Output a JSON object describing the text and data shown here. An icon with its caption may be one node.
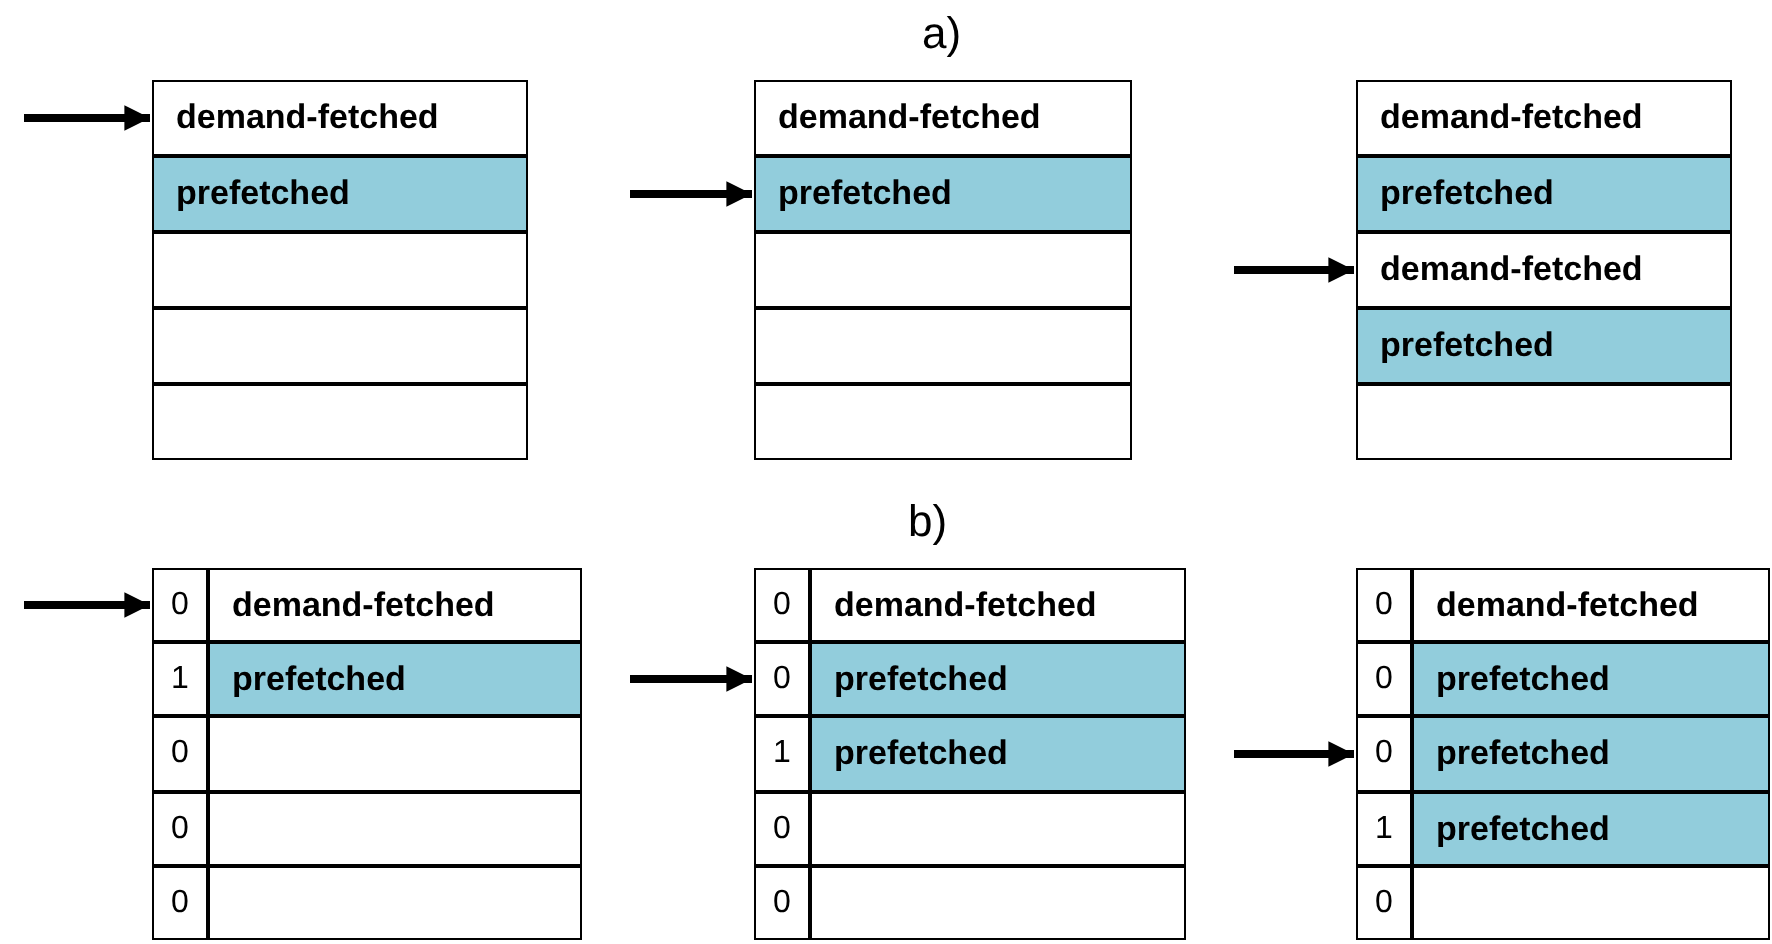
{
  "diagram": {
    "nodes": [
      {
        "text": [
          "demand-fetched"
        ]
      },
      {
        "text": [
          "prefetched"
        ]
      },
      {
        "text": [],
        "shape": "box"
      },
      {
        "text": [],
        "shape": "box"
      },
      {
        "text": [],
        "shape": "box"
      },
      {
        "text": [
          "demand-fetched"
        ]
      },
      {
        "text": [
          "prefetched"
        ]
      },
      {
        "text": [],
        "shape": "box"
      },
      {
        "text": [],
        "shape": "box"
      },
      {
        "text": [],
        "shape": "box"
      },
      {
        "text": [
          "demand-fetched"
        ]
      },
      {
        "text": [
          "prefetched"
        ]
      },
      {
        "text": [
          "demand-fetched"
        ]
      },
      {
        "text": [
          "prefetched"
        ]
      },
      {
        "text": [],
        "shape": "box"
      },
      {
        "text": [
          "0"
        ]
      },
      {
        "text": [
          "demand-fetched"
        ]
      },
      {
        "text": [
          "1"
        ]
      },
      {
        "text": [
          "prefetched"
        ]
      },
      {
        "text": [
          "0"
        ]
      },
      {
        "text": [],
        "shape": "box"
      },
      {
        "text": [
          "0"
        ]
      },
      {
        "text": [],
        "shape": "box"
      },
      {
        "text": [
          "0"
        ]
      },
      {
        "text": [],
        "shape": "box"
      },
      {
        "text": [
          "0"
        ]
      },
      {
        "text": [
          "demand-fetched"
        ]
      },
      {
        "text": [
          "0"
        ]
      },
      {
        "text": [
          "prefetched"
        ]
      },
      {
        "text": [
          "1"
        ]
      },
      {
        "text": [
          "prefetched"
        ]
      },
      {
        "text": [
          "0"
        ]
      },
      {
        "text": [],
        "shape": "box"
      },
      {
        "text": [
          "0"
        ]
      },
      {
        "text": [],
        "shape": "box"
      },
      {
        "text": [
          "0"
        ]
      },
      {
        "text": [
          "demand-fetched"
        ]
      },
      {
        "text": [
          "0"
        ]
      },
      {
        "text": [
          "prefetched"
        ]
      },
      {
        "text": [
          "0"
        ]
      },
      {
        "text": [
          "prefetched"
        ]
      },
      {
        "text": [
          "1"
        ]
      },
      {
        "text": [
          "prefetched"
        ]
      },
      {
        "text": [
          "0"
        ]
      },
      {
        "text": [],
        "shape": "box"
      }
    ],
    "edges": [
      {
        "from": null,
        "to": 0,
        "arrow": "to"
      },
      {
        "from": null,
        "to": 6,
        "arrow": "to"
      },
      {
        "from": null,
        "to": 12,
        "arrow": "to"
      },
      {
        "from": null,
        "to": 15,
        "arrow": "to"
      },
      {
        "from": null,
        "to": 27,
        "arrow": "to"
      },
      {
        "from": null,
        "to": 39,
        "arrow": "to"
      }
    ],
    "labels": [
      "a)",
      "b)"
    ]
  }
}
